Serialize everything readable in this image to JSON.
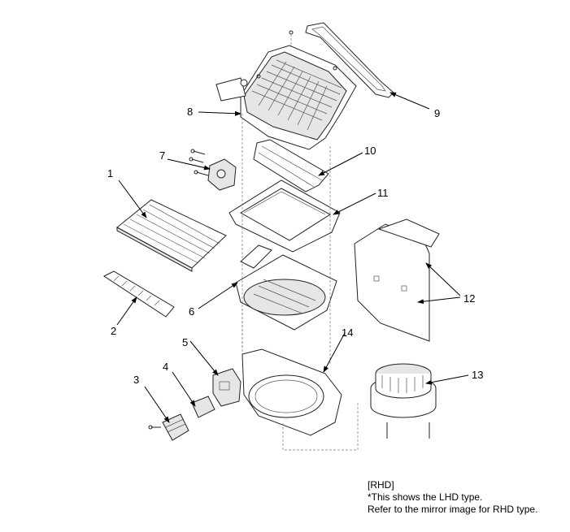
{
  "callouts": [
    "1",
    "2",
    "3",
    "4",
    "5",
    "6",
    "7",
    "8",
    "9",
    "10",
    "11",
    "12",
    "13",
    "14"
  ],
  "note": {
    "line1": "[RHD]",
    "line2": "*This shows the LHD type.",
    "line3": "Refer to the mirror image for RHD type."
  }
}
